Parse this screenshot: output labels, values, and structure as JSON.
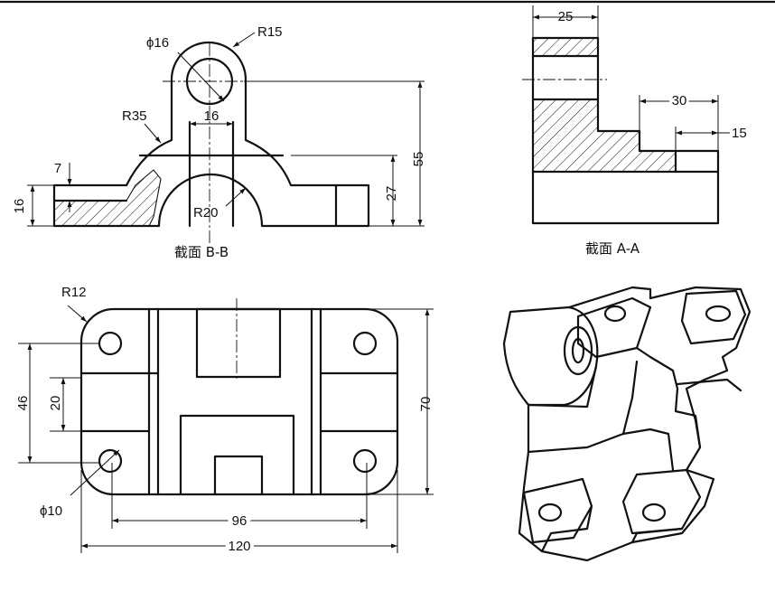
{
  "views": {
    "section_bb": {
      "caption": "截面 B-B",
      "dims": {
        "r15": "R15",
        "phi16": "ϕ16",
        "r35": "R35",
        "w16": "16",
        "h7": "7",
        "h16": "16",
        "r20": "R20",
        "h27": "27",
        "h55": "55"
      }
    },
    "section_aa": {
      "caption": "截面 A-A",
      "dims": {
        "w25": "25",
        "w30": "30",
        "w15": "15"
      }
    },
    "top_view": {
      "dims": {
        "r12": "R12",
        "h46": "46",
        "h20": "20",
        "phi10": "ϕ10",
        "w96": "96",
        "w120": "120",
        "h70": "70"
      }
    },
    "isometric": {}
  }
}
